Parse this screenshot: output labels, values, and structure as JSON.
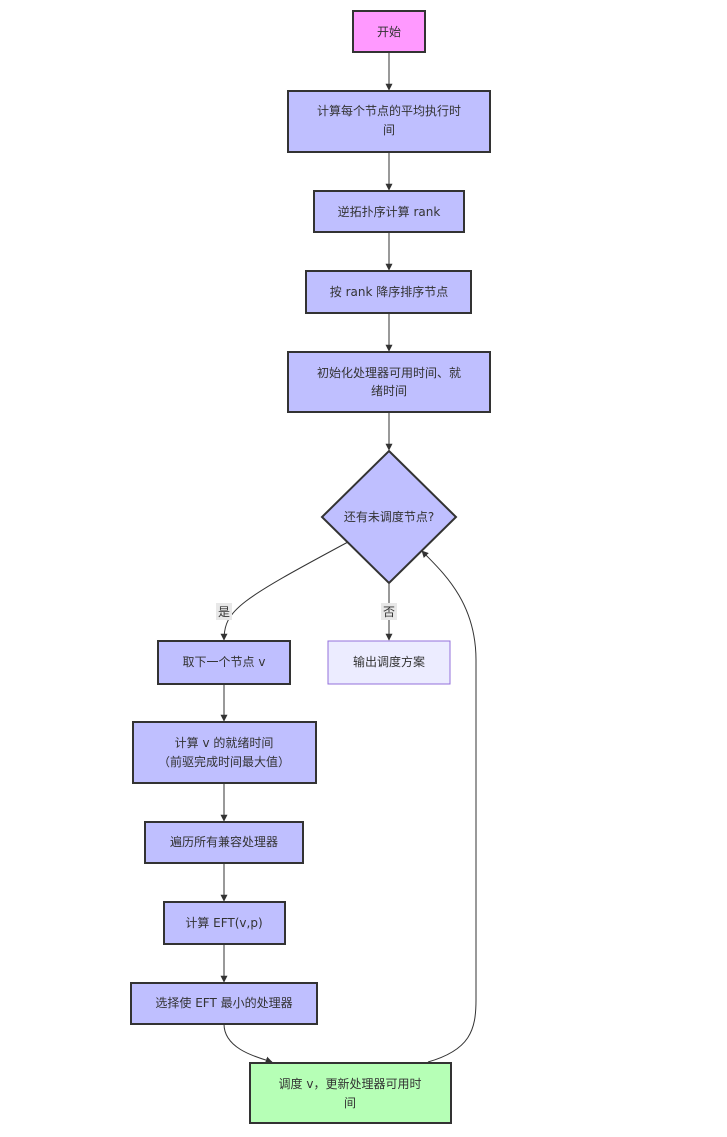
{
  "colors": {
    "process_fill": "#bfbfff",
    "process_stroke": "#333333",
    "start_fill": "#ff99ff",
    "output_fill": "#ececff",
    "output_stroke": "#9370db",
    "end_fill": "#b6ffb6",
    "line": "#333333",
    "label_bg": "#e8e8e8"
  },
  "nodes": {
    "start": [
      "开始"
    ],
    "avg_exec": [
      "计算每个节点的平均执行时",
      "间"
    ],
    "rank": [
      "逆拓扑序计算 rank"
    ],
    "sort": [
      "按 rank 降序排序节点"
    ],
    "init": [
      "初始化处理器可用时间、就",
      "绪时间"
    ],
    "decision": [
      "还有未调度节点?"
    ],
    "next_node": [
      "取下一个节点 v"
    ],
    "output": [
      "输出调度方案"
    ],
    "ready_time": [
      "计算 v 的就绪时间",
      "（前驱完成时间最大值）"
    ],
    "traverse": [
      "遍历所有兼容处理器"
    ],
    "eft": [
      "计算 EFT(v,p)"
    ],
    "select": [
      "选择使 EFT 最小的处理器"
    ],
    "schedule": [
      "调度 v，更新处理器可用时",
      "间"
    ]
  },
  "edge_labels": {
    "yes": "是",
    "no": "否"
  }
}
